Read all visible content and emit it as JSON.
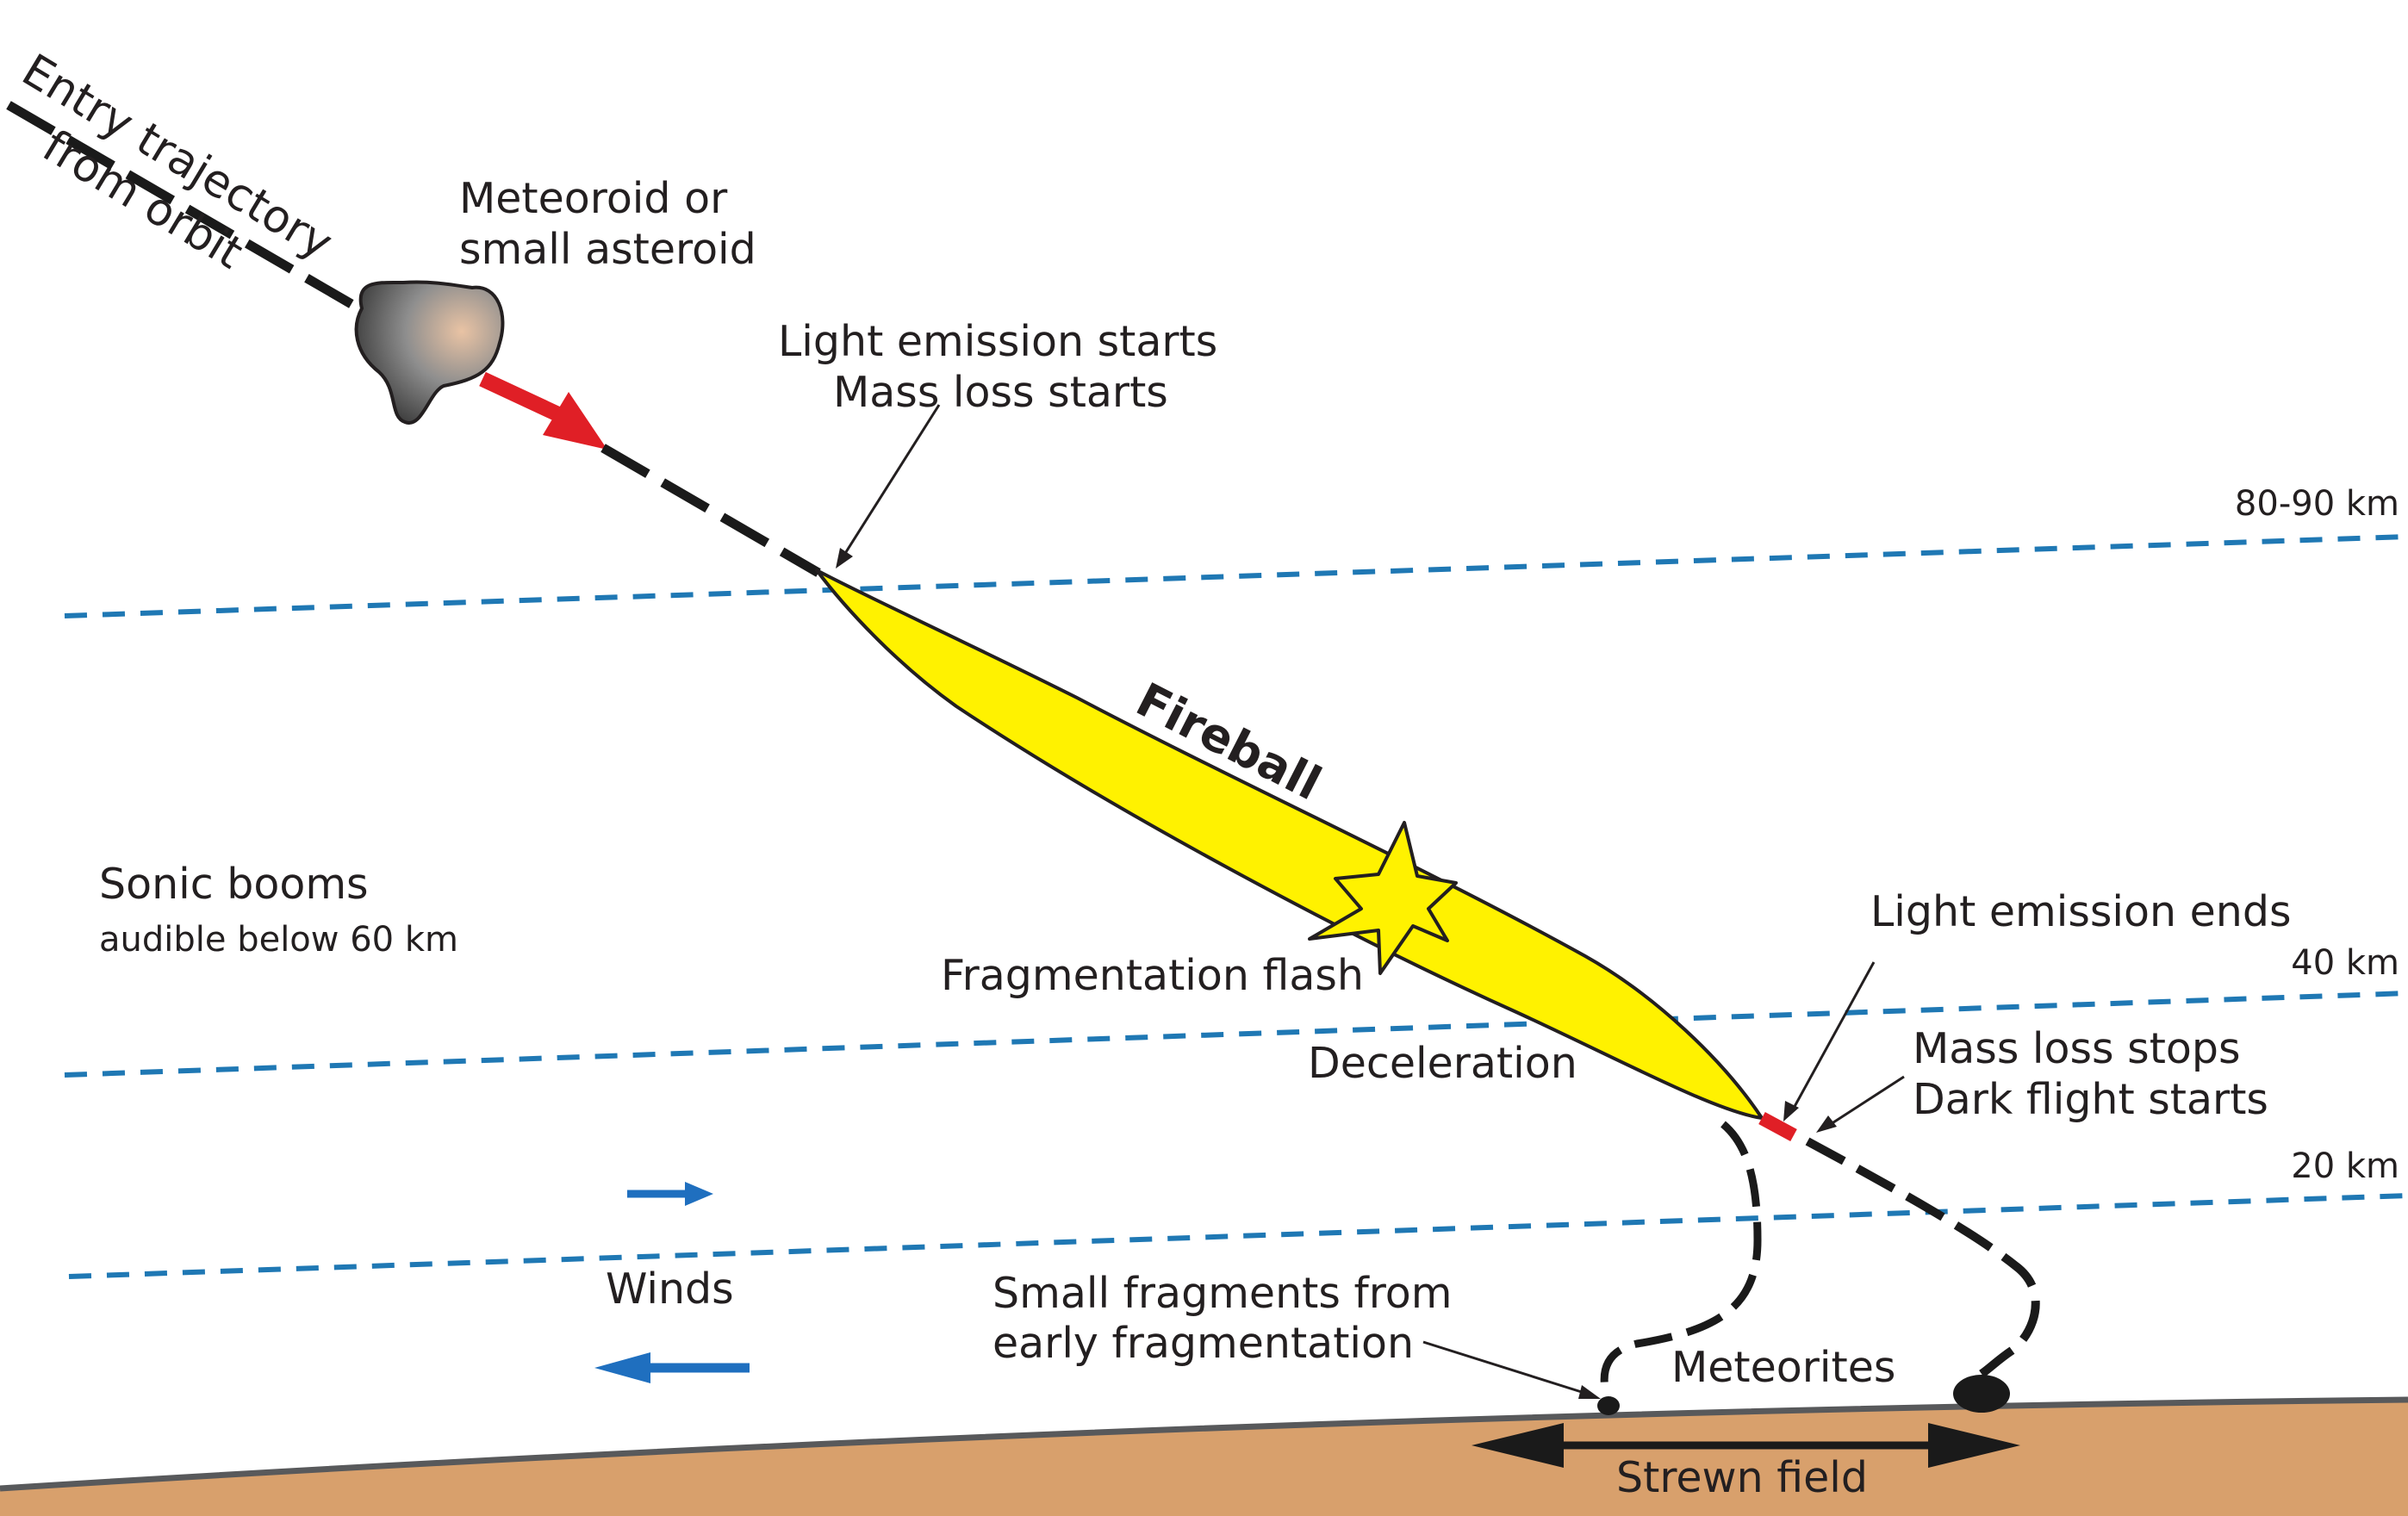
{
  "labels": {
    "entry_line1": "Entry trajectory",
    "entry_line2": "from orbit",
    "meteoroid_line1": "Meteoroid or",
    "meteoroid_line2": "small asteroid",
    "light_start_line1": "Light emission starts",
    "light_start_line2": "Mass loss starts",
    "fireball": "Fireball",
    "sonic_booms": "Sonic booms",
    "sonic_booms_sub": "audible below 60 km",
    "fragmentation_flash": "Fragmentation flash",
    "deceleration": "Deceleration",
    "light_end": "Light emission ends",
    "mass_loss_stops": "Mass loss stops",
    "dark_flight": "Dark flight starts",
    "winds": "Winds",
    "small_fragments_line1": "Small fragments from",
    "small_fragments_line2": "early fragmentation",
    "meteorites": "Meteorites",
    "strewn_field": "Strewn field"
  },
  "altitudes": {
    "high": "80-90 km",
    "mid": "40 km",
    "low": "20 km"
  },
  "colors": {
    "altitude_line": "#1f78b4",
    "wind_arrow": "#1f6fbf",
    "red_arrow": "#e01f26",
    "fireball_fill": "#fff200",
    "ground": "#d8a06c",
    "ground_edge": "#58595b",
    "trajectory": "#1a1a1a",
    "meteoroid_fill": "#9a9a9a"
  }
}
